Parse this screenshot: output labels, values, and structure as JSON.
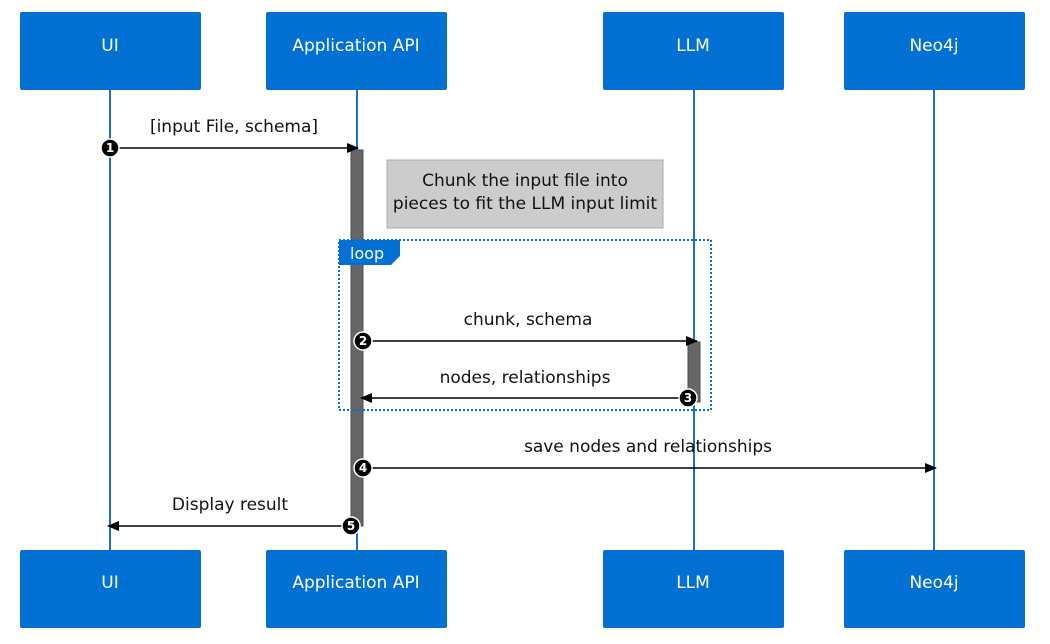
{
  "actors": [
    {
      "id": "ui",
      "label": "UI"
    },
    {
      "id": "api",
      "label": "Application API"
    },
    {
      "id": "llm",
      "label": "LLM"
    },
    {
      "id": "neo4j",
      "label": "Neo4j"
    }
  ],
  "note": {
    "lines": [
      "Chunk the input file into",
      "pieces to fit the LLM input limit"
    ]
  },
  "loop": {
    "label": "loop"
  },
  "messages": [
    {
      "number": "1",
      "label": "[input File, schema]",
      "from": "ui",
      "to": "api"
    },
    {
      "number": "2",
      "label": "chunk, schema",
      "from": "api",
      "to": "llm"
    },
    {
      "number": "3",
      "label": "nodes, relationships",
      "from": "llm",
      "to": "api"
    },
    {
      "number": "4",
      "label": "save nodes and relationships",
      "from": "api",
      "to": "neo4j"
    },
    {
      "number": "5",
      "label": "Display result",
      "from": "api",
      "to": "ui"
    }
  ],
  "colors": {
    "actor": "#0370d4",
    "lifeline": "#1c6fc7",
    "activation": "#666666",
    "note": "#cccccc"
  }
}
